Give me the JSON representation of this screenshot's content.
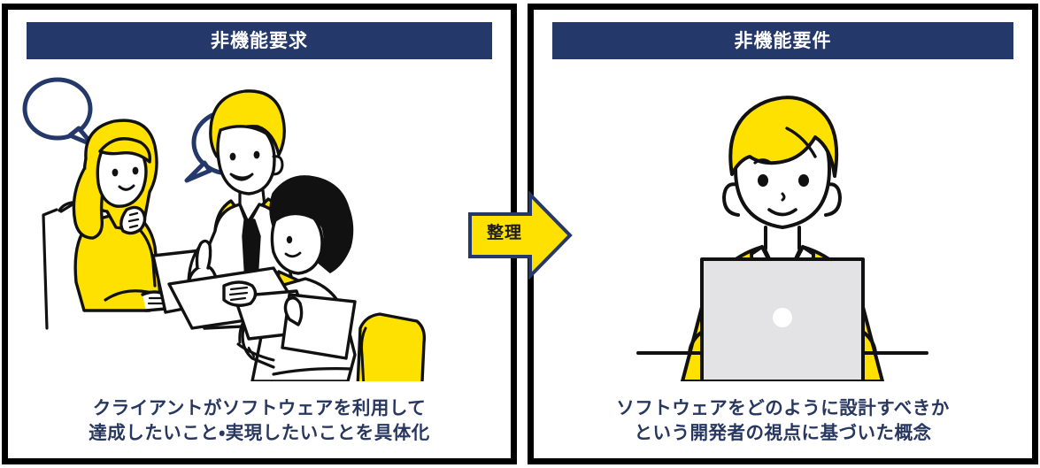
{
  "panels": {
    "left": {
      "header": "非機能要求",
      "caption_line1": "クライアントがソフトウェアを利用して",
      "caption_line2": "達成したいこと・実現したいことを具体化",
      "illustration_name": "meeting-group-illustration"
    },
    "right": {
      "header": "非機能要件",
      "caption_line1": "ソフトウェアをどのように設計すべきか",
      "caption_line2": "という開発者の視点に基づいた概念",
      "illustration_name": "developer-laptop-illustration"
    }
  },
  "arrow": {
    "label": "整理"
  },
  "colors": {
    "header_navy": "#24386A",
    "caption_navy": "#27375F",
    "accent_yellow": "#FFE100",
    "outline_black": "#000000",
    "laptop_gray": "#E3E3E5",
    "panel_border": "#000000"
  }
}
